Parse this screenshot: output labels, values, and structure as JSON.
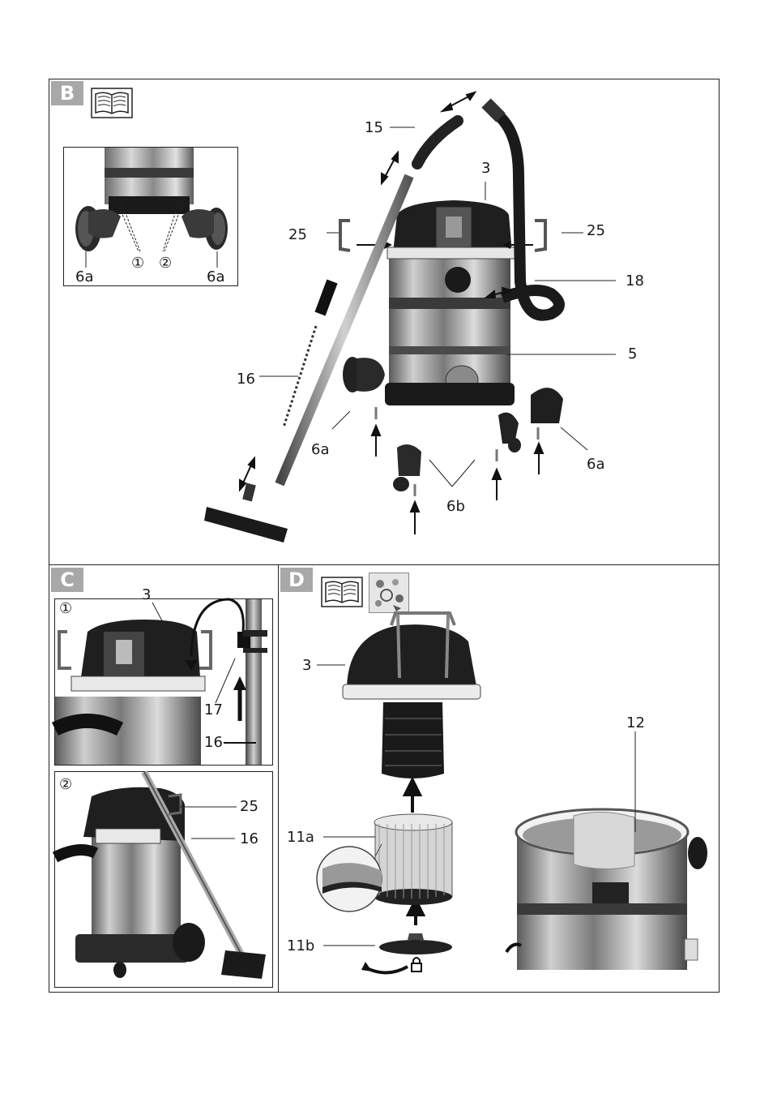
{
  "sections": {
    "b": {
      "badge": "B"
    },
    "c": {
      "badge": "C"
    },
    "d": {
      "badge": "D"
    }
  },
  "labels": {
    "b_inset_6a_left": "6a",
    "b_inset_6a_right": "6a",
    "b_inset_step1": "①",
    "b_inset_step2": "②",
    "b_15": "15",
    "b_3": "3",
    "b_25_left": "25",
    "b_25_right": "25",
    "b_18": "18",
    "b_5": "5",
    "b_16": "16",
    "b_6a_left": "6a",
    "b_6a_right": "6a",
    "b_6b": "6b",
    "c_step1": "①",
    "c_3": "3",
    "c_17": "17",
    "c_16_top": "16",
    "c_step2": "②",
    "c_25": "25",
    "c_16_bottom": "16",
    "d_3": "3",
    "d_12": "12",
    "d_11a": "11a",
    "d_11b": "11b"
  },
  "icons": {
    "manual": "book-icon",
    "filter_cleaning": "filter-cleaning-icon",
    "lock": "lock-icon"
  }
}
